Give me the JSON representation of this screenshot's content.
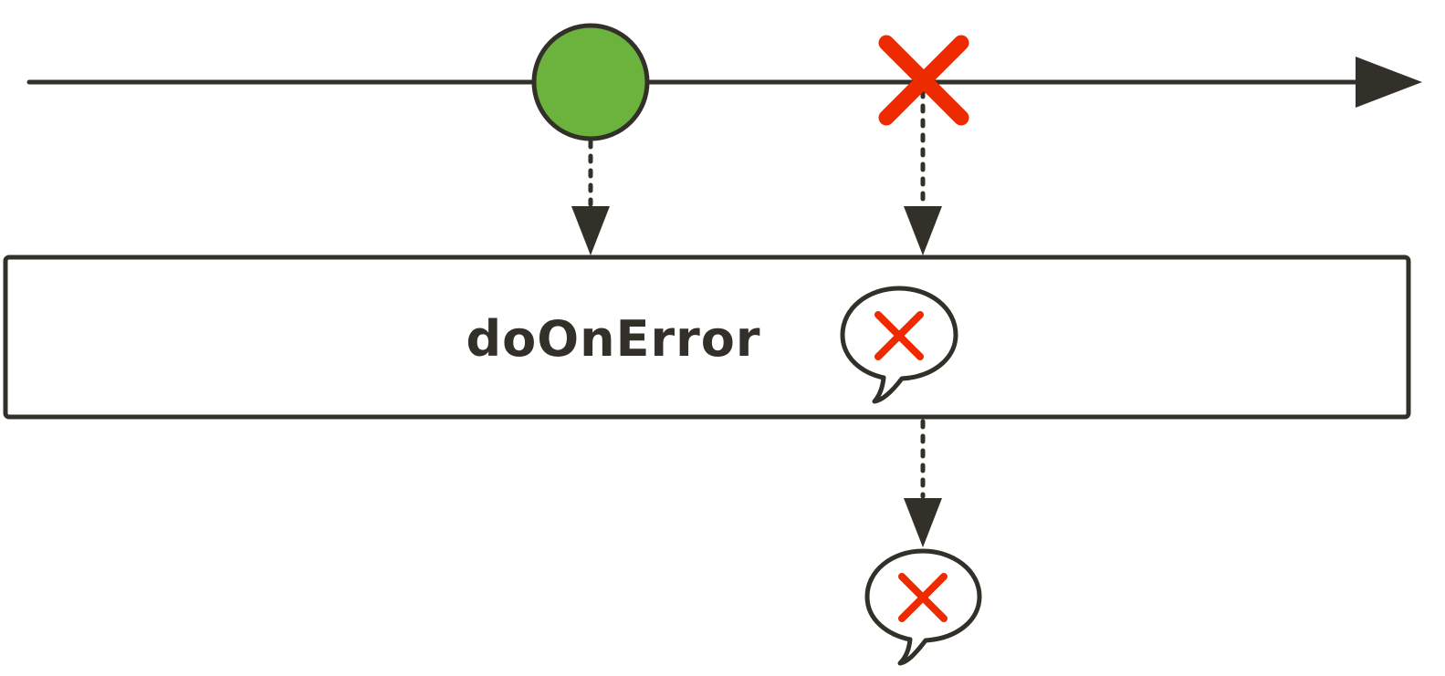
{
  "operator": {
    "name": "doOnError"
  },
  "colors": {
    "line": "#333029",
    "item_fill": "#6cb33e",
    "error": "#ee2a00",
    "background": "#ffffff"
  },
  "source_timeline": {
    "items": [
      {
        "kind": "emission",
        "shape": "circle",
        "color_key": "item_fill"
      },
      {
        "kind": "error",
        "shape": "x-mark",
        "color_key": "error"
      }
    ]
  },
  "operator_box": {
    "callback_icon": "speech-bubble-error-icon"
  },
  "output": {
    "items": [
      {
        "kind": "error-notification",
        "icon": "speech-bubble-error-icon"
      }
    ]
  }
}
